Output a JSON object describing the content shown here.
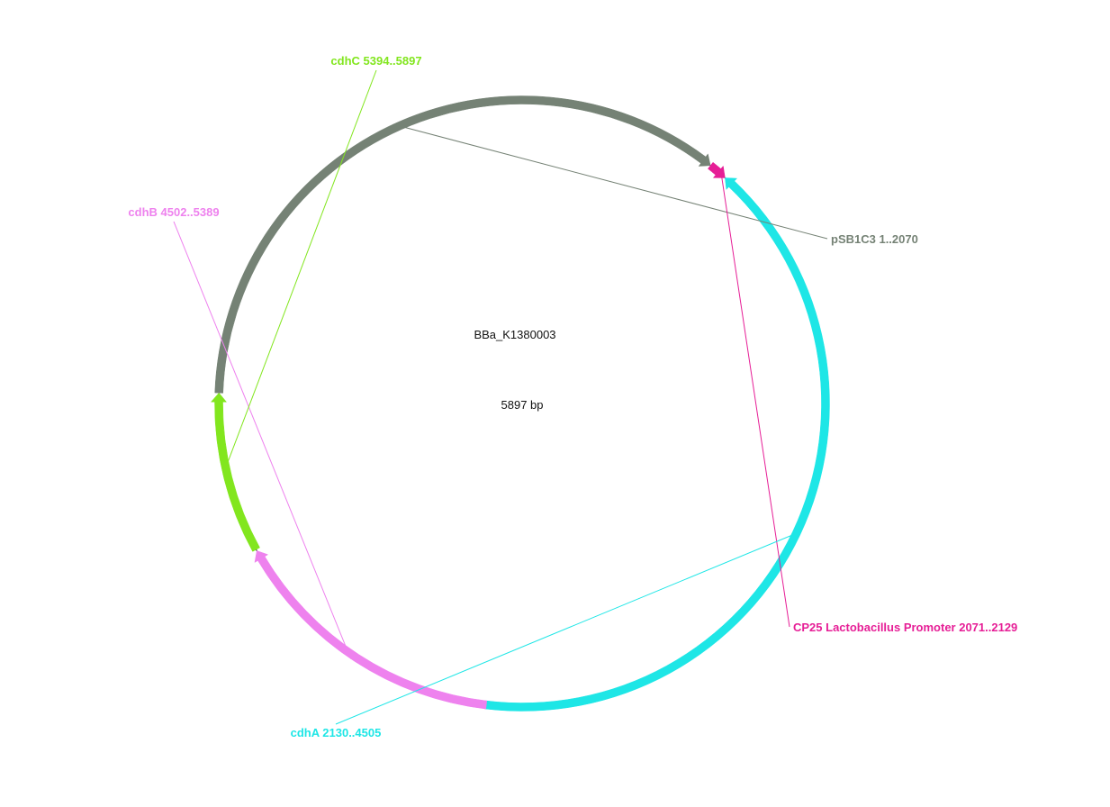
{
  "plasmid": {
    "name": "BBa_K1380003",
    "size_label": "5897 bp",
    "length_bp": 5897
  },
  "features": [
    {
      "id": "pSB1C3",
      "label": "pSB1C3 1..2070",
      "start": 1,
      "end": 2070,
      "color": "#758275",
      "strand": "forward",
      "arrow": true
    },
    {
      "id": "CP25",
      "label": "CP25 Lactobacillus Promoter 2071..2129",
      "start": 2071,
      "end": 2129,
      "color": "#e61e96",
      "strand": "forward",
      "arrow": true
    },
    {
      "id": "cdhA",
      "label": "cdhA 2130..4505",
      "start": 2130,
      "end": 4505,
      "color": "#1ee6e6",
      "strand": "reverse",
      "arrow": true
    },
    {
      "id": "cdhB",
      "label": "cdhB 4502..5389",
      "start": 4502,
      "end": 5389,
      "color": "#ee82ee",
      "strand": "forward",
      "arrow": true
    },
    {
      "id": "cdhC",
      "label": "cdhC 5394..5897",
      "start": 5394,
      "end": 5897,
      "color": "#82e61e",
      "strand": "forward",
      "arrow": true
    }
  ]
}
